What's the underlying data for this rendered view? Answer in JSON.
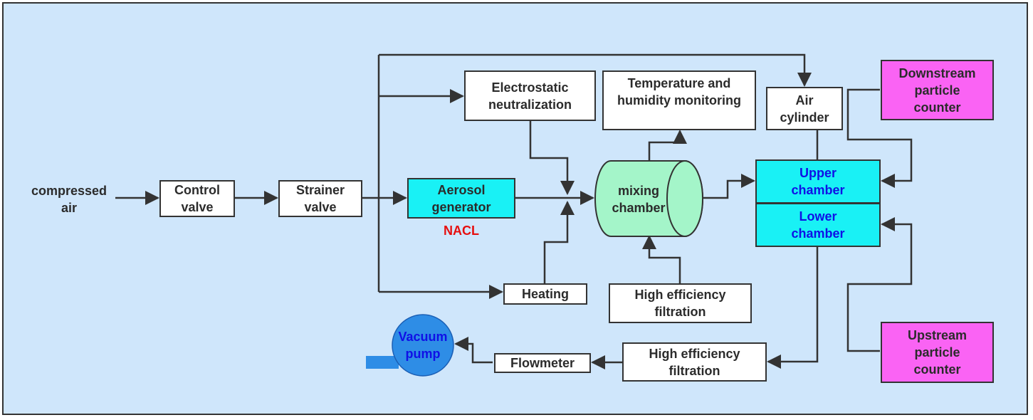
{
  "colors": {
    "background": "#cfe6fb",
    "aerosol_fill": "#19f1f5",
    "chamber_fill": "#19f1f5",
    "counter_fill": "#fa63f4",
    "mixing_fill": "#a4f5c9",
    "pump_fill": "#2e8de6",
    "nacl_text": "#e60e0e",
    "chamber_text": "#1010e6",
    "pump_text": "#1010e6"
  },
  "nodes": {
    "compressed_air": "compressed\nair",
    "control_valve": "Control\nvalve",
    "strainer_valve": "Strainer\nvalve",
    "aerosol_generator": "Aerosol\ngenerator",
    "nacl": "NACL",
    "electrostatic": "Electrostatic\nneutralization",
    "temp_humidity": "Temperature and\nhumidity monitoring",
    "mixing_chamber": "mixing\nchamber",
    "air_cylinder": "Air\ncylinder",
    "upper_chamber": "Upper\nchamber",
    "lower_chamber": "Lower\nchamber",
    "downstream_counter": "Downstream\nparticle\ncounter",
    "upstream_counter": "Upstream\nparticle\ncounter",
    "heating": "Heating",
    "hef_top": "High efficiency\nfiltration",
    "hef_bottom": "High efficiency\nfiltration",
    "flowmeter": "Flowmeter",
    "vacuum_pump": "Vacuum\npump"
  }
}
